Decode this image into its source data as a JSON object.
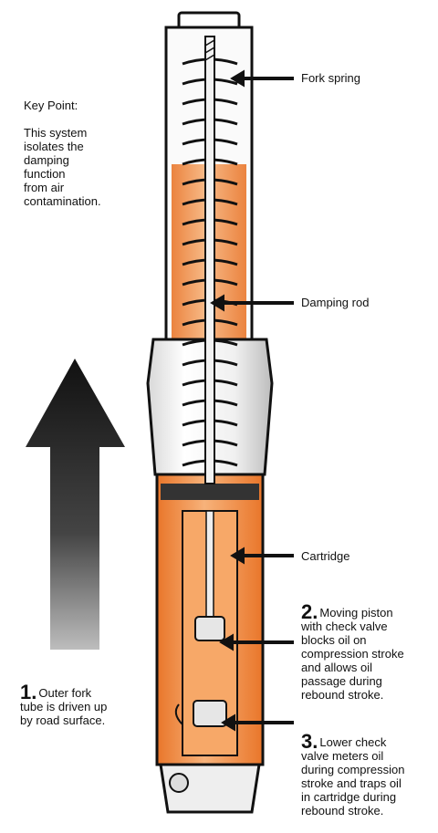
{
  "key_point": {
    "heading": "Key Point:",
    "text": "This system\nisolates the\ndamping\nfunction\nfrom air\ncontamination."
  },
  "labels": {
    "fork_spring": "Fork spring",
    "damping_rod": "Damping rod",
    "cartridge": "Cartridge"
  },
  "steps": [
    {
      "number": "1.",
      "text": "Outer fork\ntube is driven up\nby road surface."
    },
    {
      "number": "2.",
      "text": "Moving piston\nwith check valve\nblocks oil on\ncompression stroke\nand allows oil\npassage during\nrebound stroke."
    },
    {
      "number": "3.",
      "text": "Lower check\nvalve meters oil\nduring compression\nstroke and traps oil\nin cartridge during\nrebound stroke."
    }
  ],
  "colors": {
    "oil": "#f08a3c",
    "oil_light": "#f7b27a",
    "outline": "#111111",
    "arrow_dark": "#1a1a1a",
    "arrow_light": "#9a9a9a"
  }
}
